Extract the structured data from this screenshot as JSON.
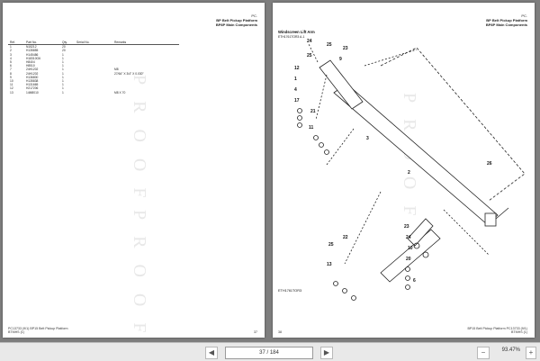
{
  "left_page": {
    "header_ref": "PC.",
    "header_line1": "BP Belt Pickup Platform",
    "header_line2": "BP8P Main Components",
    "watermark": "PROOF",
    "table_headers": [
      "Ref.",
      "Part No.",
      "Qty.",
      "Serial No.",
      "Remarks"
    ],
    "rows": [
      [
        "1",
        "N15212",
        "20",
        "",
        ""
      ],
      [
        "2",
        "H135855",
        "20",
        "",
        ""
      ],
      [
        "3",
        "H145486",
        "1",
        "",
        ""
      ],
      [
        "4",
        "H18310G6",
        "1",
        "",
        ""
      ],
      [
        "5",
        "H8404",
        "1",
        "",
        ""
      ],
      [
        "6",
        "H8510",
        "1",
        "",
        ""
      ],
      [
        "7",
        "24H1202",
        "1",
        "",
        "M8"
      ],
      [
        "8",
        "24H1202",
        "1",
        "",
        "27/64\" X 3/4\" X 0.030\""
      ],
      [
        "9",
        "H136800",
        "1",
        "",
        ""
      ],
      [
        "10",
        "H135838",
        "1",
        "",
        ""
      ],
      [
        "11",
        "H131665",
        "1",
        "",
        ""
      ],
      [
        "12",
        "H217206",
        "1",
        "",
        ""
      ],
      [
        "13",
        "14M8010",
        "1",
        "",
        "M8 X 70"
      ]
    ],
    "footer_left": "PC13733  (9/1)   BP15 Belt Pickup Platform",
    "footer_sub": "BTMHS (1)",
    "footer_page": "37"
  },
  "right_page": {
    "header_ref": "PC.",
    "header_line1": "BP Belt Pickup Platform",
    "header_line2": "BP8P Main Components",
    "section_title": "Windscreen Lift Arm",
    "section_code": "ETH1761TOR3 A-1",
    "diagram_caption": "ETH1761TOR3",
    "watermark": "PROOF",
    "callouts": [
      "24",
      "25",
      "23",
      "9",
      "25",
      "12",
      "1",
      "4",
      "17",
      "21",
      "11",
      "3",
      "2",
      "26",
      "22",
      "25",
      "23",
      "24",
      "10",
      "20",
      "13",
      "6"
    ],
    "footer_page": "38",
    "footer_right": "BP15 Belt Pickup Platform  PC13733  (9/1)",
    "footer_sub": "BTMHS (1)"
  },
  "toolbar": {
    "page_indicator": "37 / 184",
    "zoom_level": "93.47%",
    "prev_symbol": "◀",
    "next_symbol": "▶",
    "zoom_out_symbol": "−",
    "zoom_in_symbol": "+"
  }
}
